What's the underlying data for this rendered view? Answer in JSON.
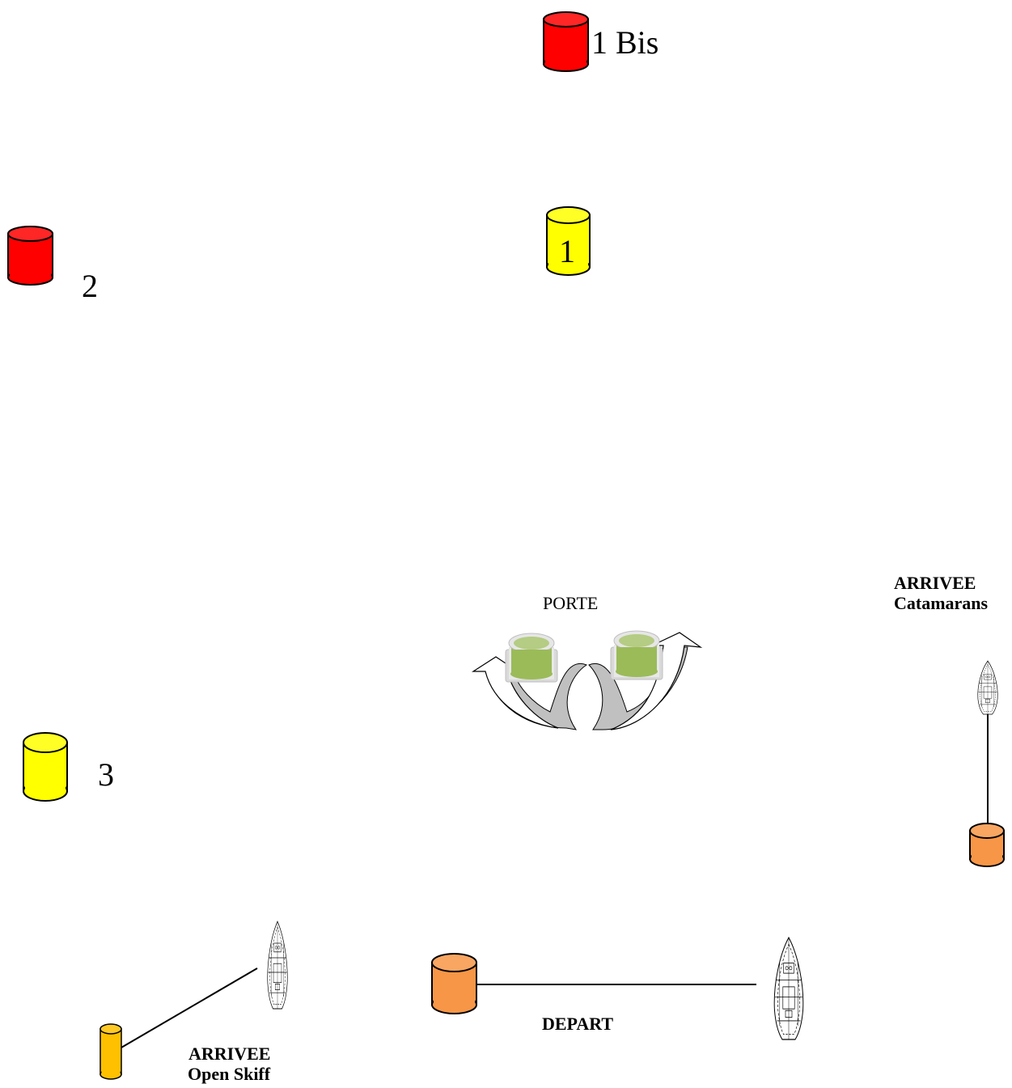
{
  "marks": {
    "mark_1bis": {
      "label": "1 Bis",
      "color": "#ff0000"
    },
    "mark_1": {
      "label": "1",
      "color": "#ffff00"
    },
    "mark_2": {
      "label": "2",
      "color": "#ff0000"
    },
    "mark_3": {
      "label": "3",
      "color": "#ffff00"
    }
  },
  "gate": {
    "label": "PORTE",
    "color": "#9bbb59"
  },
  "finish_catamarans": {
    "line1": "ARRIVEE",
    "line2": "Catamarans",
    "buoy_color": "#f79646"
  },
  "start": {
    "label": "DEPART",
    "buoy_color": "#f79646"
  },
  "finish_open_skiff": {
    "line1": "ARRIVEE",
    "line2": "Open Skiff",
    "buoy_color": "#ffc000"
  }
}
